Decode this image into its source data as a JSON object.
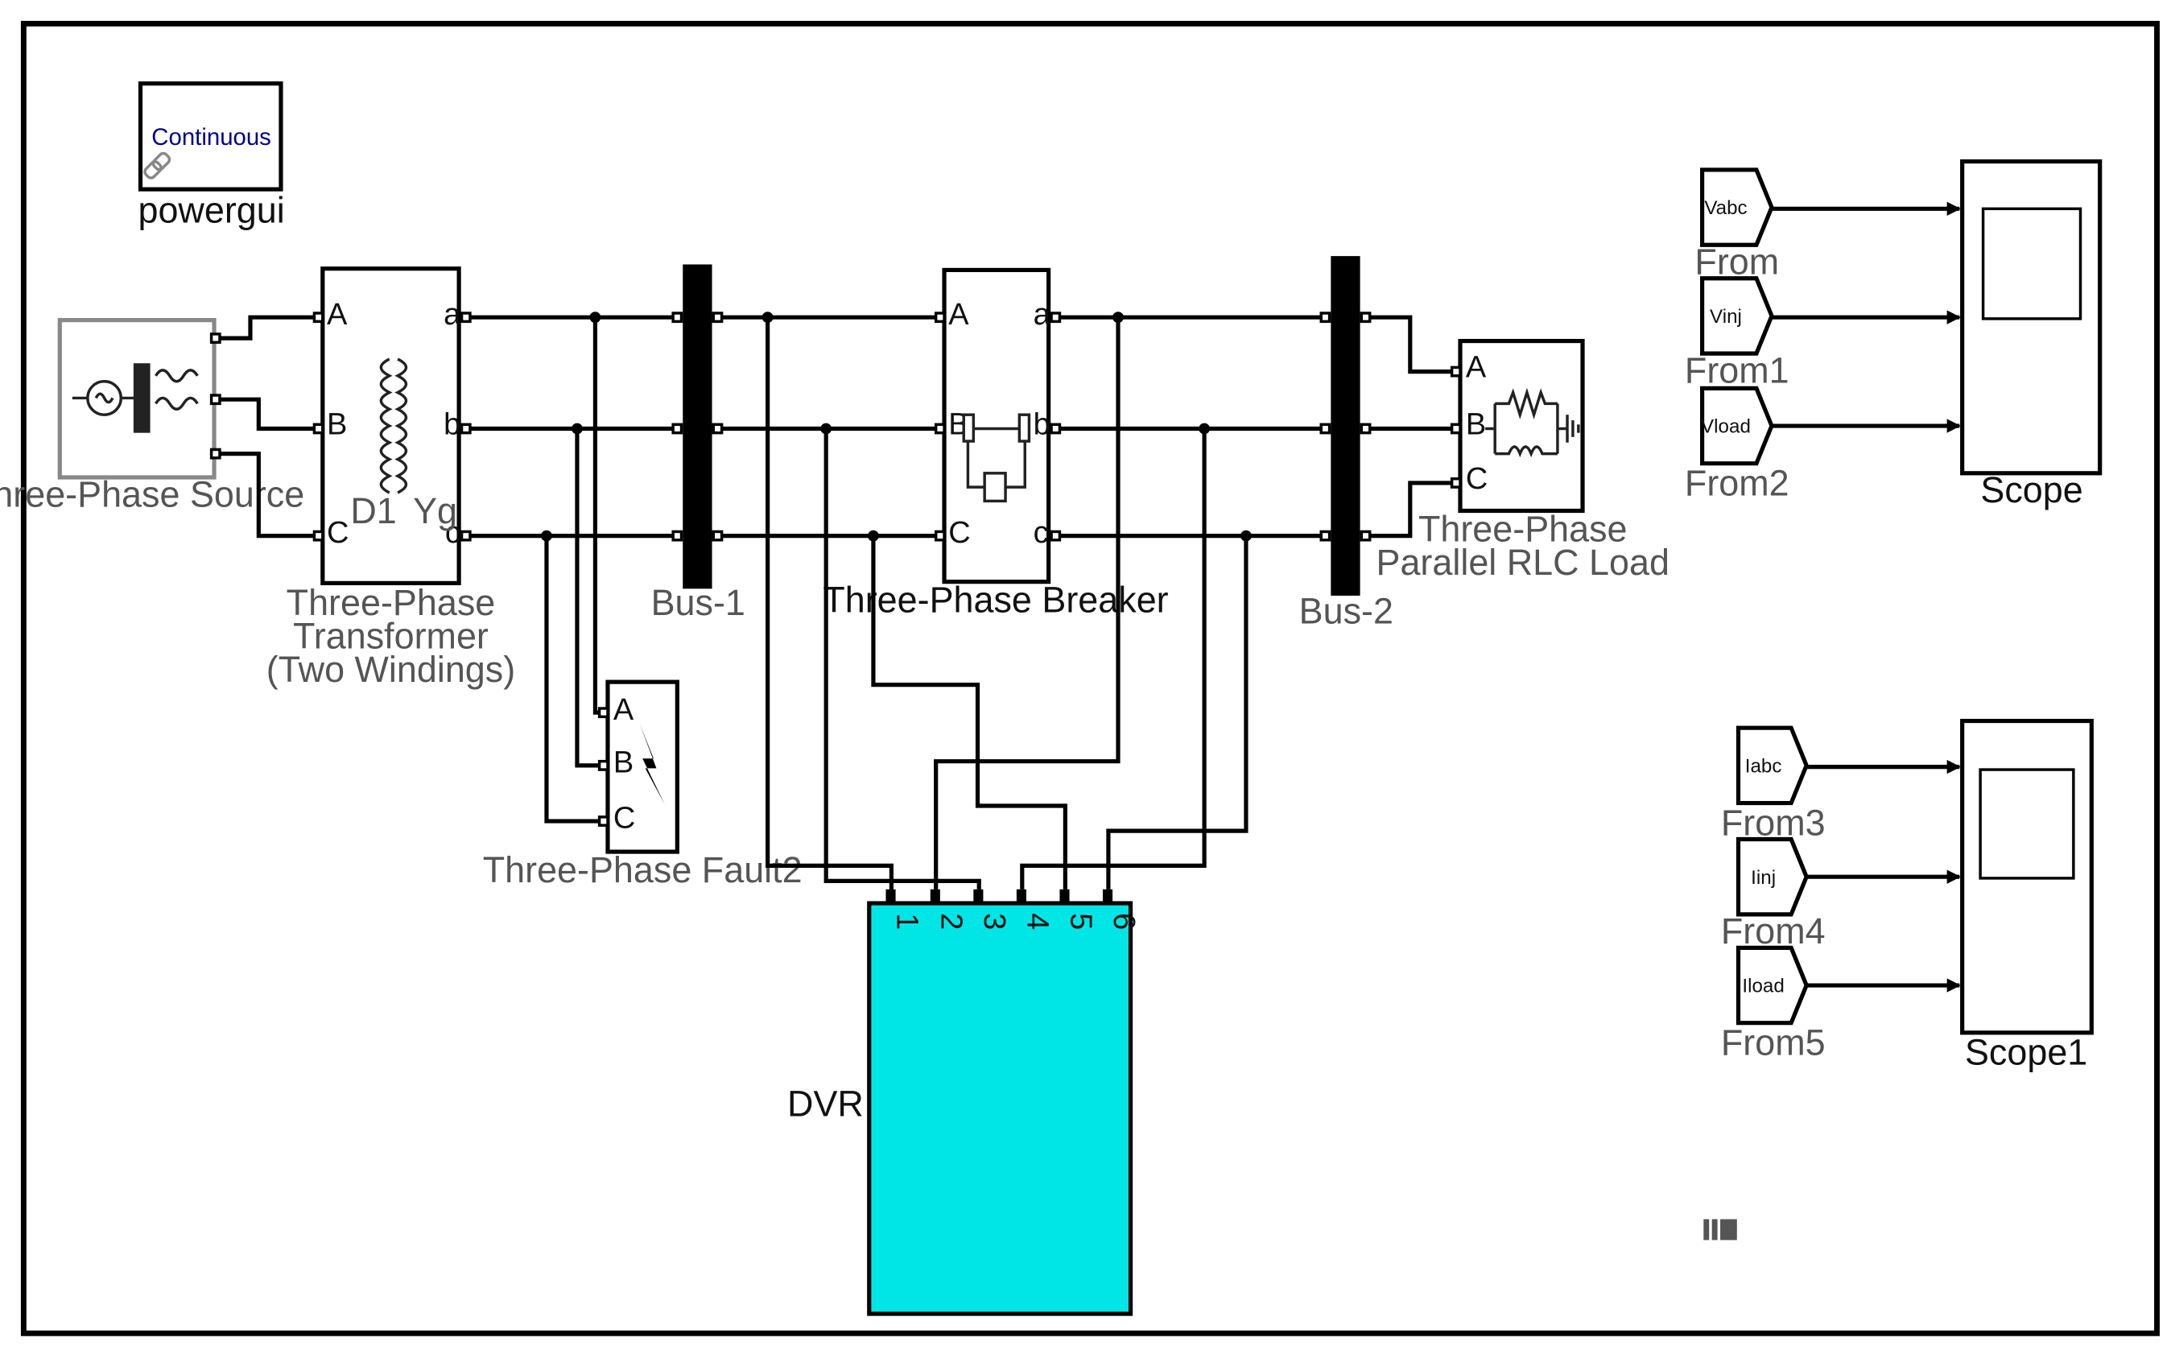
{
  "powergui": {
    "mode": "Continuous",
    "label": "powergui"
  },
  "source": {
    "label": "Three-Phase Source"
  },
  "transformer": {
    "label_line1": "Three-Phase",
    "label_line2": "Transformer",
    "label_line3": "(Two Windings)",
    "winding1": "D1",
    "winding2": "Yg",
    "ports_left": [
      "A",
      "B",
      "C"
    ],
    "ports_right": [
      "a",
      "b",
      "c"
    ]
  },
  "bus1": {
    "label": "Bus-1"
  },
  "bus2": {
    "label": "Bus-2"
  },
  "breaker": {
    "label": "Three-Phase Breaker",
    "ports_left": [
      "A",
      "B",
      "C"
    ],
    "ports_right": [
      "a",
      "b",
      "c"
    ]
  },
  "load": {
    "label_line1": "Three-Phase",
    "label_line2": "Parallel RLC Load",
    "ports": [
      "A",
      "B",
      "C"
    ]
  },
  "fault": {
    "label": "Three-Phase Fault2",
    "ports": [
      "A",
      "B",
      "C"
    ]
  },
  "dvr": {
    "label": "DVR",
    "ports": [
      "1",
      "2",
      "3",
      "4",
      "5",
      "6"
    ],
    "color": "#00e5e5"
  },
  "scope1_group": {
    "froms": [
      {
        "tag": "Vabc",
        "label": "From"
      },
      {
        "tag": "Vinj",
        "label": "From1"
      },
      {
        "tag": "Vload",
        "label": "From2"
      }
    ],
    "scope_label": "Scope"
  },
  "scope2_group": {
    "froms": [
      {
        "tag": "Iabc",
        "label": "From3"
      },
      {
        "tag": "Iinj",
        "label": "From4"
      },
      {
        "tag": "Iload",
        "label": "From5"
      }
    ],
    "scope_label": "Scope1"
  }
}
